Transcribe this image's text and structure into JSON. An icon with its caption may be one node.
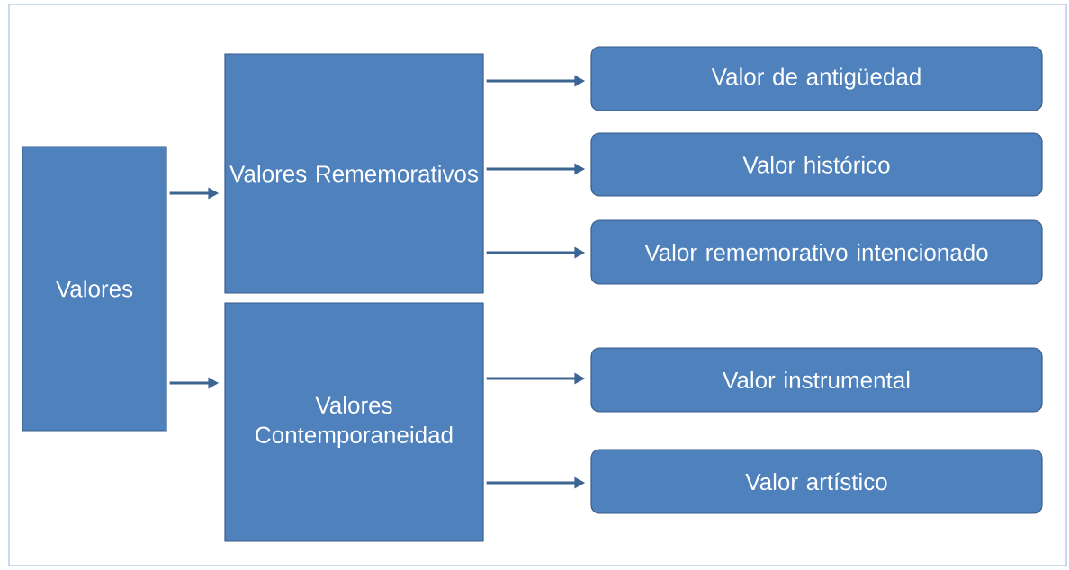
{
  "diagram": {
    "nodes": [
      {
        "text": [
          "Valores"
        ]
      },
      {
        "text": [
          "Valores Rememorativos"
        ]
      },
      {
        "text": [
          "Valores Contemporaneidad"
        ]
      },
      {
        "text": [
          "Valor de antigüedad"
        ]
      },
      {
        "text": [
          "Valor histórico"
        ]
      },
      {
        "text": [
          "Valor rememorativo intencionado"
        ]
      },
      {
        "text": [
          "Valor instrumental"
        ]
      },
      {
        "text": [
          "Valor artístico"
        ]
      }
    ],
    "edges": [
      {
        "from": 0,
        "to": 1,
        "arrow": "to"
      },
      {
        "from": 0,
        "to": 2,
        "arrow": "to"
      },
      {
        "from": 1,
        "to": 3,
        "arrow": "to"
      },
      {
        "from": 1,
        "to": 4,
        "arrow": "to"
      },
      {
        "from": 1,
        "to": 5,
        "arrow": "to"
      },
      {
        "from": 2,
        "to": 6,
        "arrow": "to"
      },
      {
        "from": 2,
        "to": 7,
        "arrow": "to"
      }
    ]
  }
}
